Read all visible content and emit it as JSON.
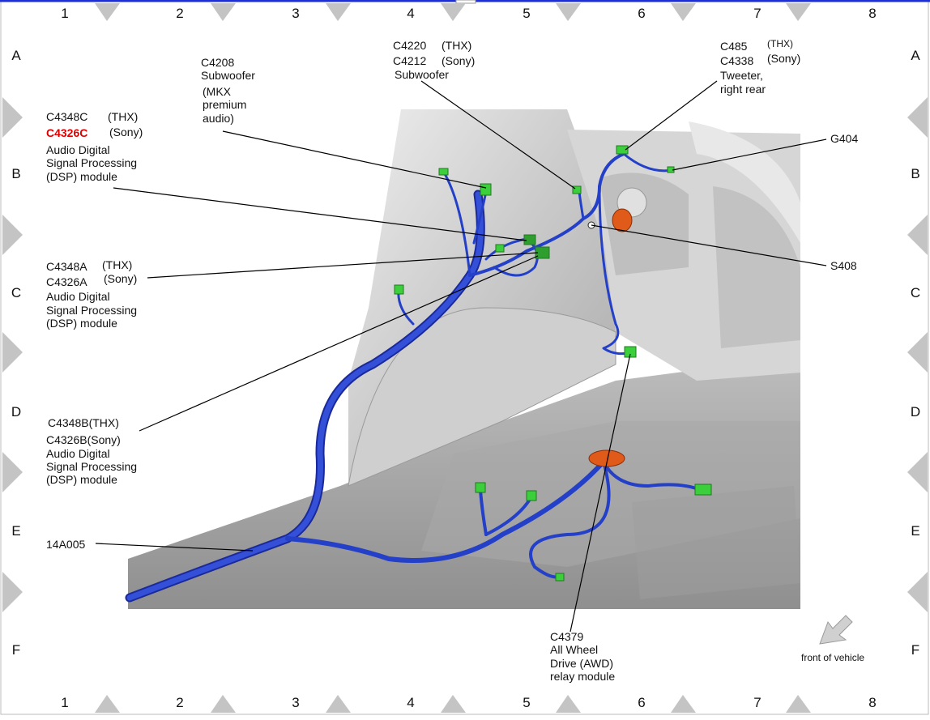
{
  "grid": {
    "columns": [
      "1",
      "2",
      "3",
      "4",
      "5",
      "6",
      "7",
      "8"
    ],
    "rows": [
      "A",
      "B",
      "C",
      "D",
      "E",
      "F"
    ]
  },
  "callouts": {
    "c4208": {
      "l1": "C4208",
      "l2": "Subwoofer",
      "l3": "(MKX",
      "l4": "premium",
      "l5": "audio)"
    },
    "c4220": {
      "l1": "C4220",
      "l1b": "(THX)",
      "l2": "C4212",
      "l2b": "(Sony)",
      "l3": "Subwoofer"
    },
    "c485": {
      "l1": "C485",
      "l1b": "(THX)",
      "l2": "C4338",
      "l2b": "(Sony)",
      "l3": "Tweeter,",
      "l4": "right rear"
    },
    "g404": {
      "l1": "G404"
    },
    "s408": {
      "l1": "S408"
    },
    "c4348c": {
      "l1": "C4348C",
      "l1b": "(THX)",
      "l2": "C4326C",
      "l2b": "(Sony)",
      "l3": "Audio Digital",
      "l4": "Signal Processing",
      "l5": "(DSP) module"
    },
    "c4348a": {
      "l1": "C4348A",
      "l1b": "(THX)",
      "l2": "C4326A",
      "l2b": "(Sony)",
      "l3": "Audio Digital",
      "l4": "Signal Processing",
      "l5": "(DSP) module"
    },
    "c4348b": {
      "l1": "C4348B(THX)",
      "l2": "C4326B(Sony)",
      "l3": "Audio Digital",
      "l4": "Signal Processing",
      "l5": "(DSP) module"
    },
    "a14a005": {
      "l1": "14A005"
    },
    "c4379": {
      "l1": "C4379",
      "l2": "All Wheel",
      "l3": "Drive (AWD)",
      "l4": "relay module"
    }
  },
  "front_label": "front of vehicle",
  "colors": {
    "harness": "#2440c8",
    "connector": "#3ccf3c",
    "grommet": "#e05a1a",
    "body": "#d8d8d8",
    "frame_border": "#1f2fd6"
  }
}
